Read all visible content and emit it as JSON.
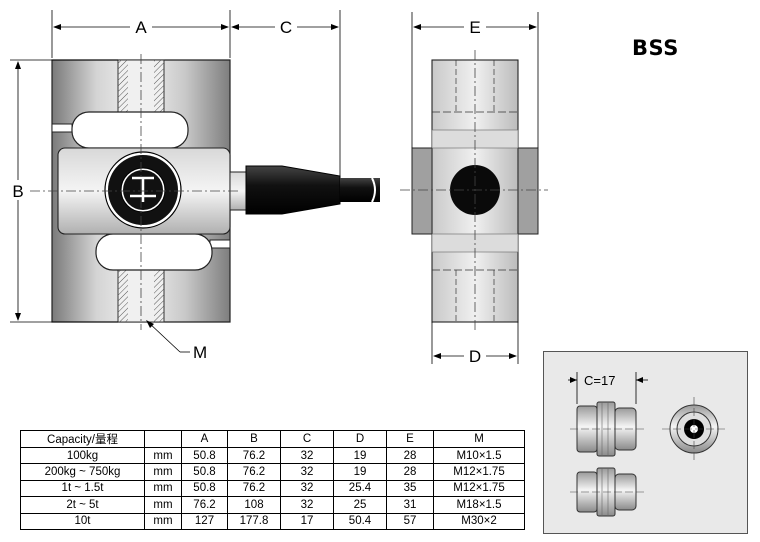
{
  "model_name": "BSS",
  "dimension_labels": {
    "a": "A",
    "b": "B",
    "c": "C",
    "e": "E",
    "d": "D",
    "m": "M"
  },
  "inset_label": "C=17",
  "table": {
    "headers": [
      "Capacity/量程",
      "",
      "A",
      "B",
      "C",
      "D",
      "E",
      "M"
    ],
    "rows": [
      [
        "100kg",
        "mm",
        "50.8",
        "76.2",
        "32",
        "19",
        "28",
        "M10×1.5"
      ],
      [
        "200kg ~ 750kg",
        "mm",
        "50.8",
        "76.2",
        "32",
        "19",
        "28",
        "M12×1.75"
      ],
      [
        "1t ~ 1.5t",
        "mm",
        "50.8",
        "76.2",
        "32",
        "25.4",
        "35",
        "M12×1.75"
      ],
      [
        "2t ~ 5t",
        "mm",
        "76.2",
        "108",
        "32",
        "25",
        "31",
        "M18×1.5"
      ],
      [
        "10t",
        "mm",
        "127",
        "177.8",
        "17",
        "50.4",
        "57",
        "M30×2"
      ]
    ]
  },
  "colors": {
    "body_fill": "#b8b8b8",
    "dark": "#0a0a0a",
    "inset_bg": "#e9e9e9"
  }
}
